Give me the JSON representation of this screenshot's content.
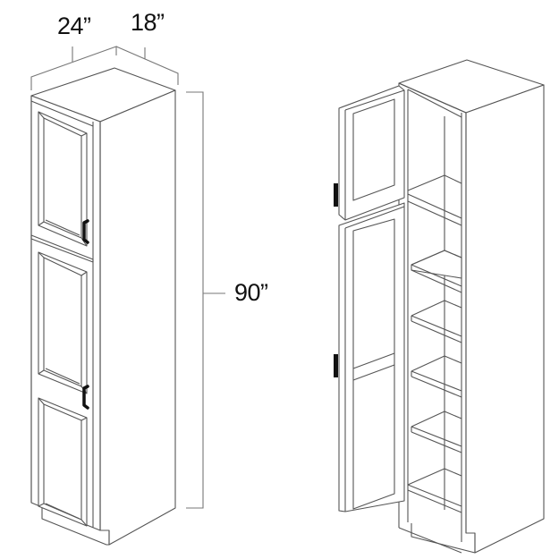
{
  "diagram": {
    "subject": "Tall pantry cabinet, two-door, closed and open views",
    "dimensions": {
      "width": "24”",
      "depth": "18”",
      "height": "90”"
    },
    "views": [
      {
        "name": "closed-view",
        "doors": 3,
        "door_style": "raised panel",
        "handles": 2
      },
      {
        "name": "open-view",
        "doors": 2,
        "door_style": "shaker",
        "shelves": 5,
        "handles": 2
      }
    ],
    "colors": {
      "line": "#555555",
      "dimension_line": "#777777",
      "handle": "#111111",
      "background": "#ffffff"
    }
  }
}
